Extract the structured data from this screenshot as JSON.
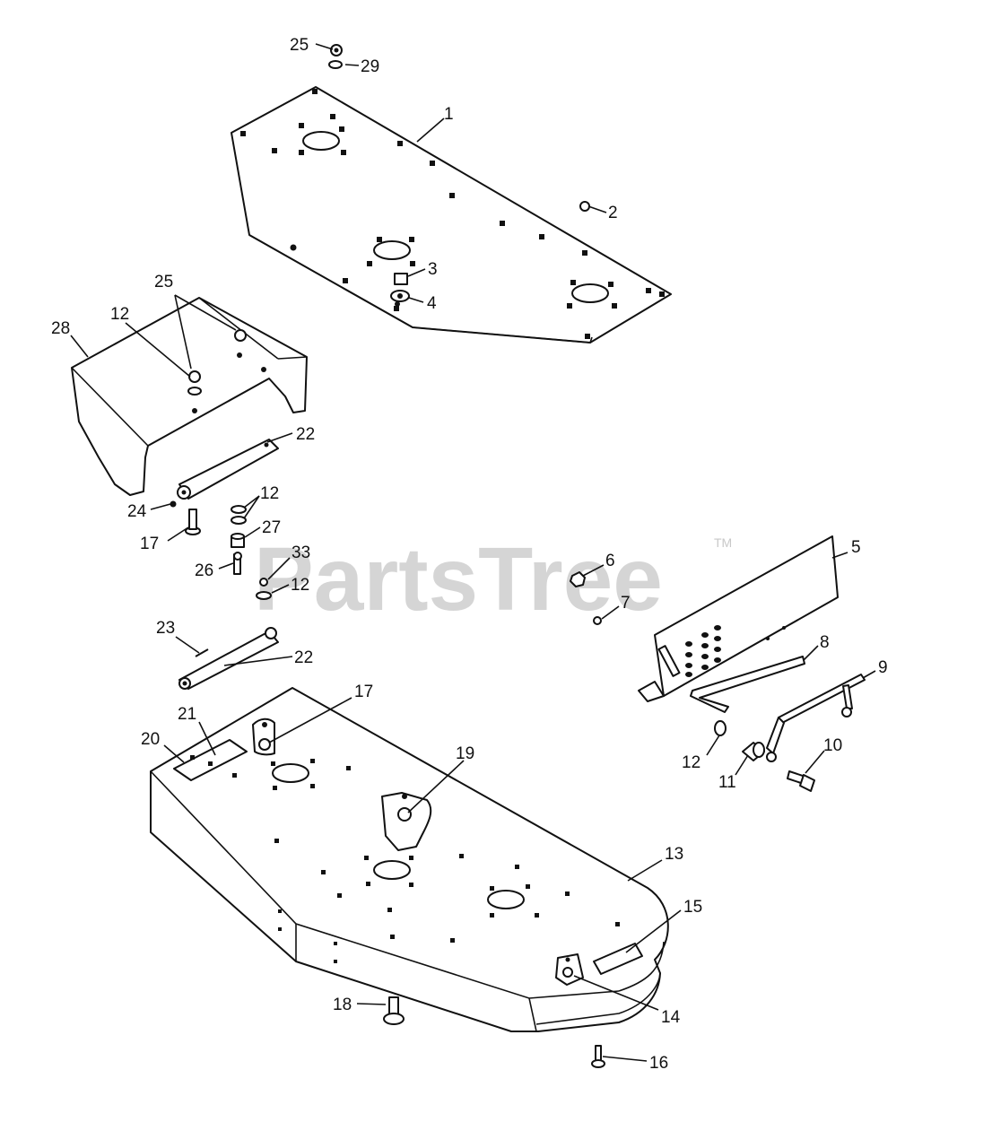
{
  "watermark": {
    "text": "PartsTree",
    "trademark": "TM"
  },
  "callouts": [
    {
      "label": "1"
    },
    {
      "label": "2"
    },
    {
      "label": "3"
    },
    {
      "label": "4"
    },
    {
      "label": "5"
    },
    {
      "label": "6"
    },
    {
      "label": "7"
    },
    {
      "label": "8"
    },
    {
      "label": "9"
    },
    {
      "label": "10"
    },
    {
      "label": "11"
    },
    {
      "label": "12"
    },
    {
      "label": "12"
    },
    {
      "label": "12"
    },
    {
      "label": "12"
    },
    {
      "label": "13"
    },
    {
      "label": "14"
    },
    {
      "label": "15"
    },
    {
      "label": "16"
    },
    {
      "label": "17"
    },
    {
      "label": "17"
    },
    {
      "label": "18"
    },
    {
      "label": "19"
    },
    {
      "label": "20"
    },
    {
      "label": "21"
    },
    {
      "label": "22"
    },
    {
      "label": "22"
    },
    {
      "label": "23"
    },
    {
      "label": "24"
    },
    {
      "label": "25"
    },
    {
      "label": "25"
    },
    {
      "label": "26"
    },
    {
      "label": "27"
    },
    {
      "label": "28"
    },
    {
      "label": "29"
    },
    {
      "label": "33"
    }
  ]
}
